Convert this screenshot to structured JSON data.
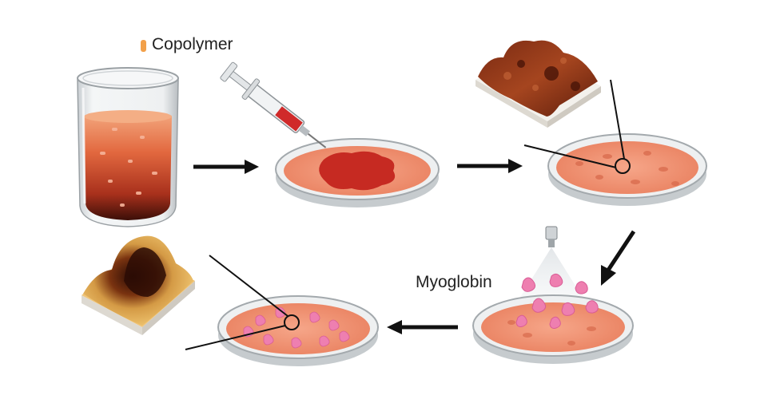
{
  "labels": {
    "copolymer": "Copolymer",
    "myoglobin": "Myoglobin"
  },
  "colors": {
    "arrow": "#111111",
    "copolymer_marker": "#f2a04a",
    "film": "#ee8a6c",
    "dish_rim": "#d9dde0",
    "myoglobin": "#ee7fb0",
    "polymer_solution": "#e0623e",
    "cast_film": "#c62a22",
    "afm_brown": "#8a2e14",
    "afm_gold": "#e8b25a"
  },
  "steps": [
    "beaker-with-copolymer-solution",
    "syringe-casting-onto-dish",
    "dried-film-with-afm-inset",
    "myoglobin-spray-deposition",
    "film-with-adsorbed-myoglobin-and-afm-inset"
  ]
}
